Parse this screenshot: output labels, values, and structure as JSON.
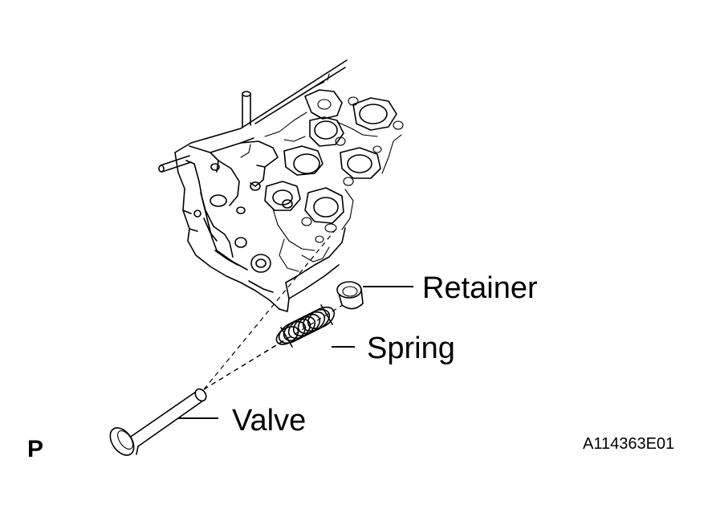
{
  "diagram": {
    "labels": {
      "retainer": "Retainer",
      "spring": "Spring",
      "valve": "Valve"
    },
    "corner_mark": "P",
    "figure_id": "A114363E01"
  }
}
